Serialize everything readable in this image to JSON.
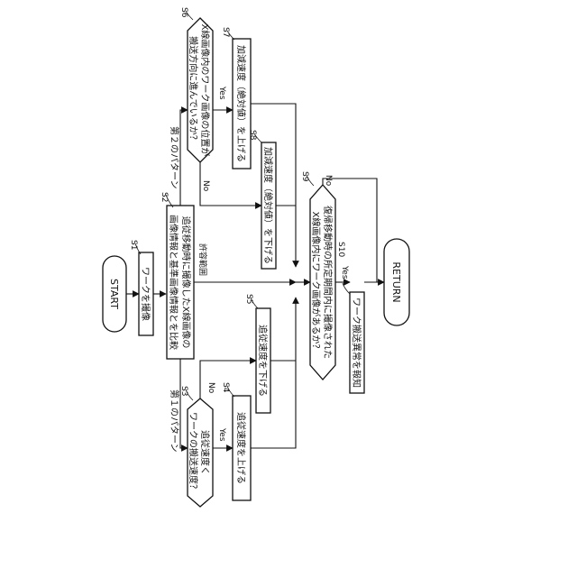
{
  "page_title": "追従速度制御処理フローチャート",
  "nodes": {
    "start": "START",
    "s1": "ワークを撮像",
    "s2": [
      "追従移動時に撮像したX線画像の",
      "画像情報と基準画像情報とを比較"
    ],
    "s3": [
      "追従速度く",
      "ワークの搬送速度？"
    ],
    "s4": "追従速度を上げる",
    "s5": "追従速度を下げる",
    "s6": [
      "X線画像内のワーク画像の位置が",
      "搬送方向に進んでいるか？"
    ],
    "s7": "加減速度（絶対値）を上げる",
    "s8": "加減速度（絶対値）を下げる",
    "s9": [
      "復帰移動時の所定期間内に撮像された",
      "X線画像内にワーク画像があるか？"
    ],
    "s10": "ワーク搬送異常を報知",
    "return": "RETURN"
  },
  "step_labels": {
    "s1": "S1",
    "s2": "S2",
    "s3": "S3",
    "s4": "S4",
    "s5": "S5",
    "s6": "S6",
    "s7": "S7",
    "s8": "S8",
    "s9": "S9",
    "s10": "S10"
  },
  "branch_labels": {
    "pattern1": "第１のパターン",
    "pattern2": "第２のパターン",
    "tolerance": "許容範囲",
    "s3_yes": "Yes",
    "s3_no": "No",
    "s6_yes": "Yes",
    "s6_no": "No",
    "s9_yes": "Yes",
    "s9_no": "No"
  }
}
